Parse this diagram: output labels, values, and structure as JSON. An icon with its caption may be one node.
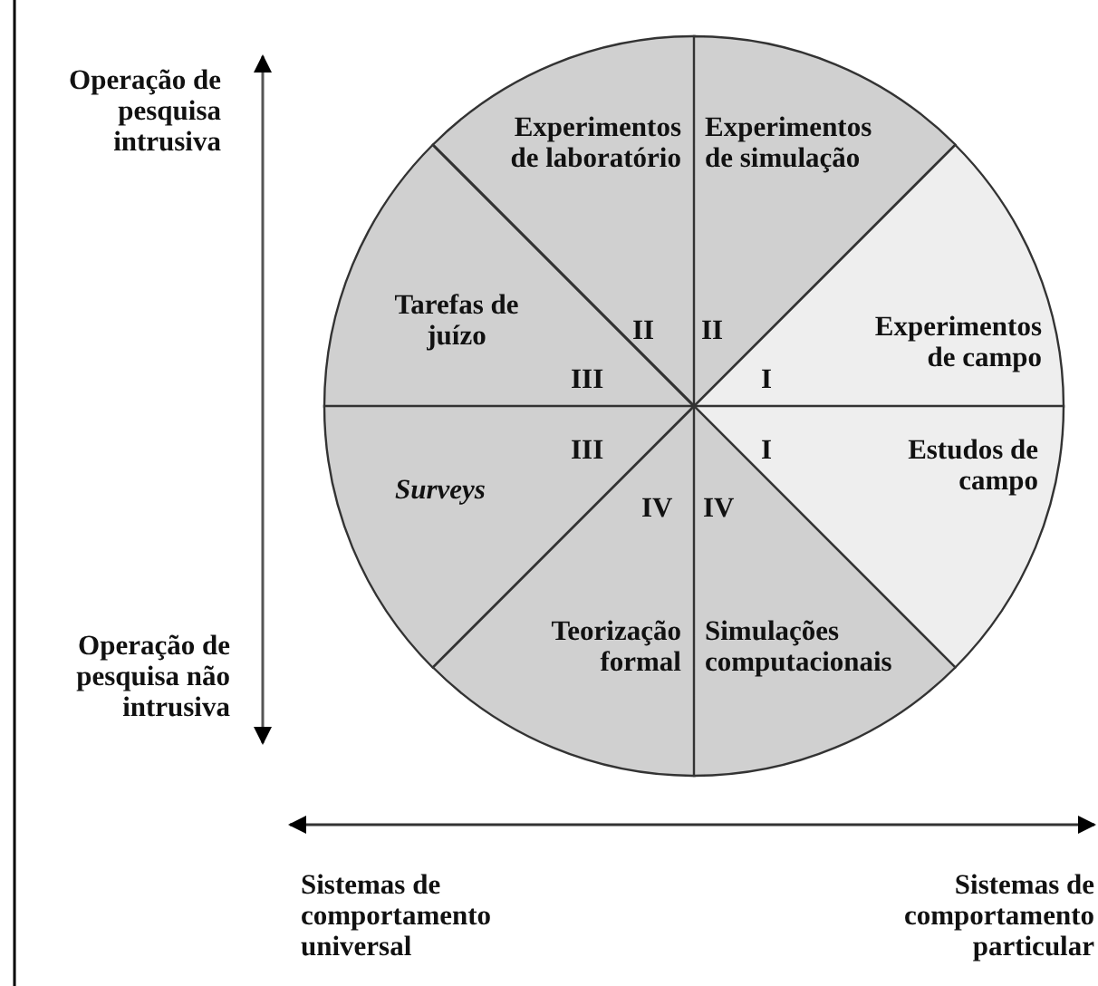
{
  "diagram": {
    "nodes": [
      {
        "text": [
          "Experimentos de laboratório",
          "II"
        ]
      },
      {
        "text": [
          "Experimentos de simulação",
          "II"
        ]
      },
      {
        "text": [
          "Tarefas de juízo",
          "III"
        ]
      },
      {
        "text": [
          "Experimentos de campo",
          "I"
        ]
      },
      {
        "text": [
          "III",
          "Surveys"
        ]
      },
      {
        "text": [
          "I",
          "Estudos de campo"
        ]
      },
      {
        "text": [
          "IV",
          "Teorização formal"
        ]
      },
      {
        "text": [
          "IV",
          "Simulações computacionais"
        ]
      }
    ],
    "edges": [],
    "labels": [
      "Operação de pesquisa intrusiva",
      "Operação de pesquisa não intrusiva",
      "Sistemas de comportamento universal",
      "Sistemas de comportamento particular"
    ]
  }
}
